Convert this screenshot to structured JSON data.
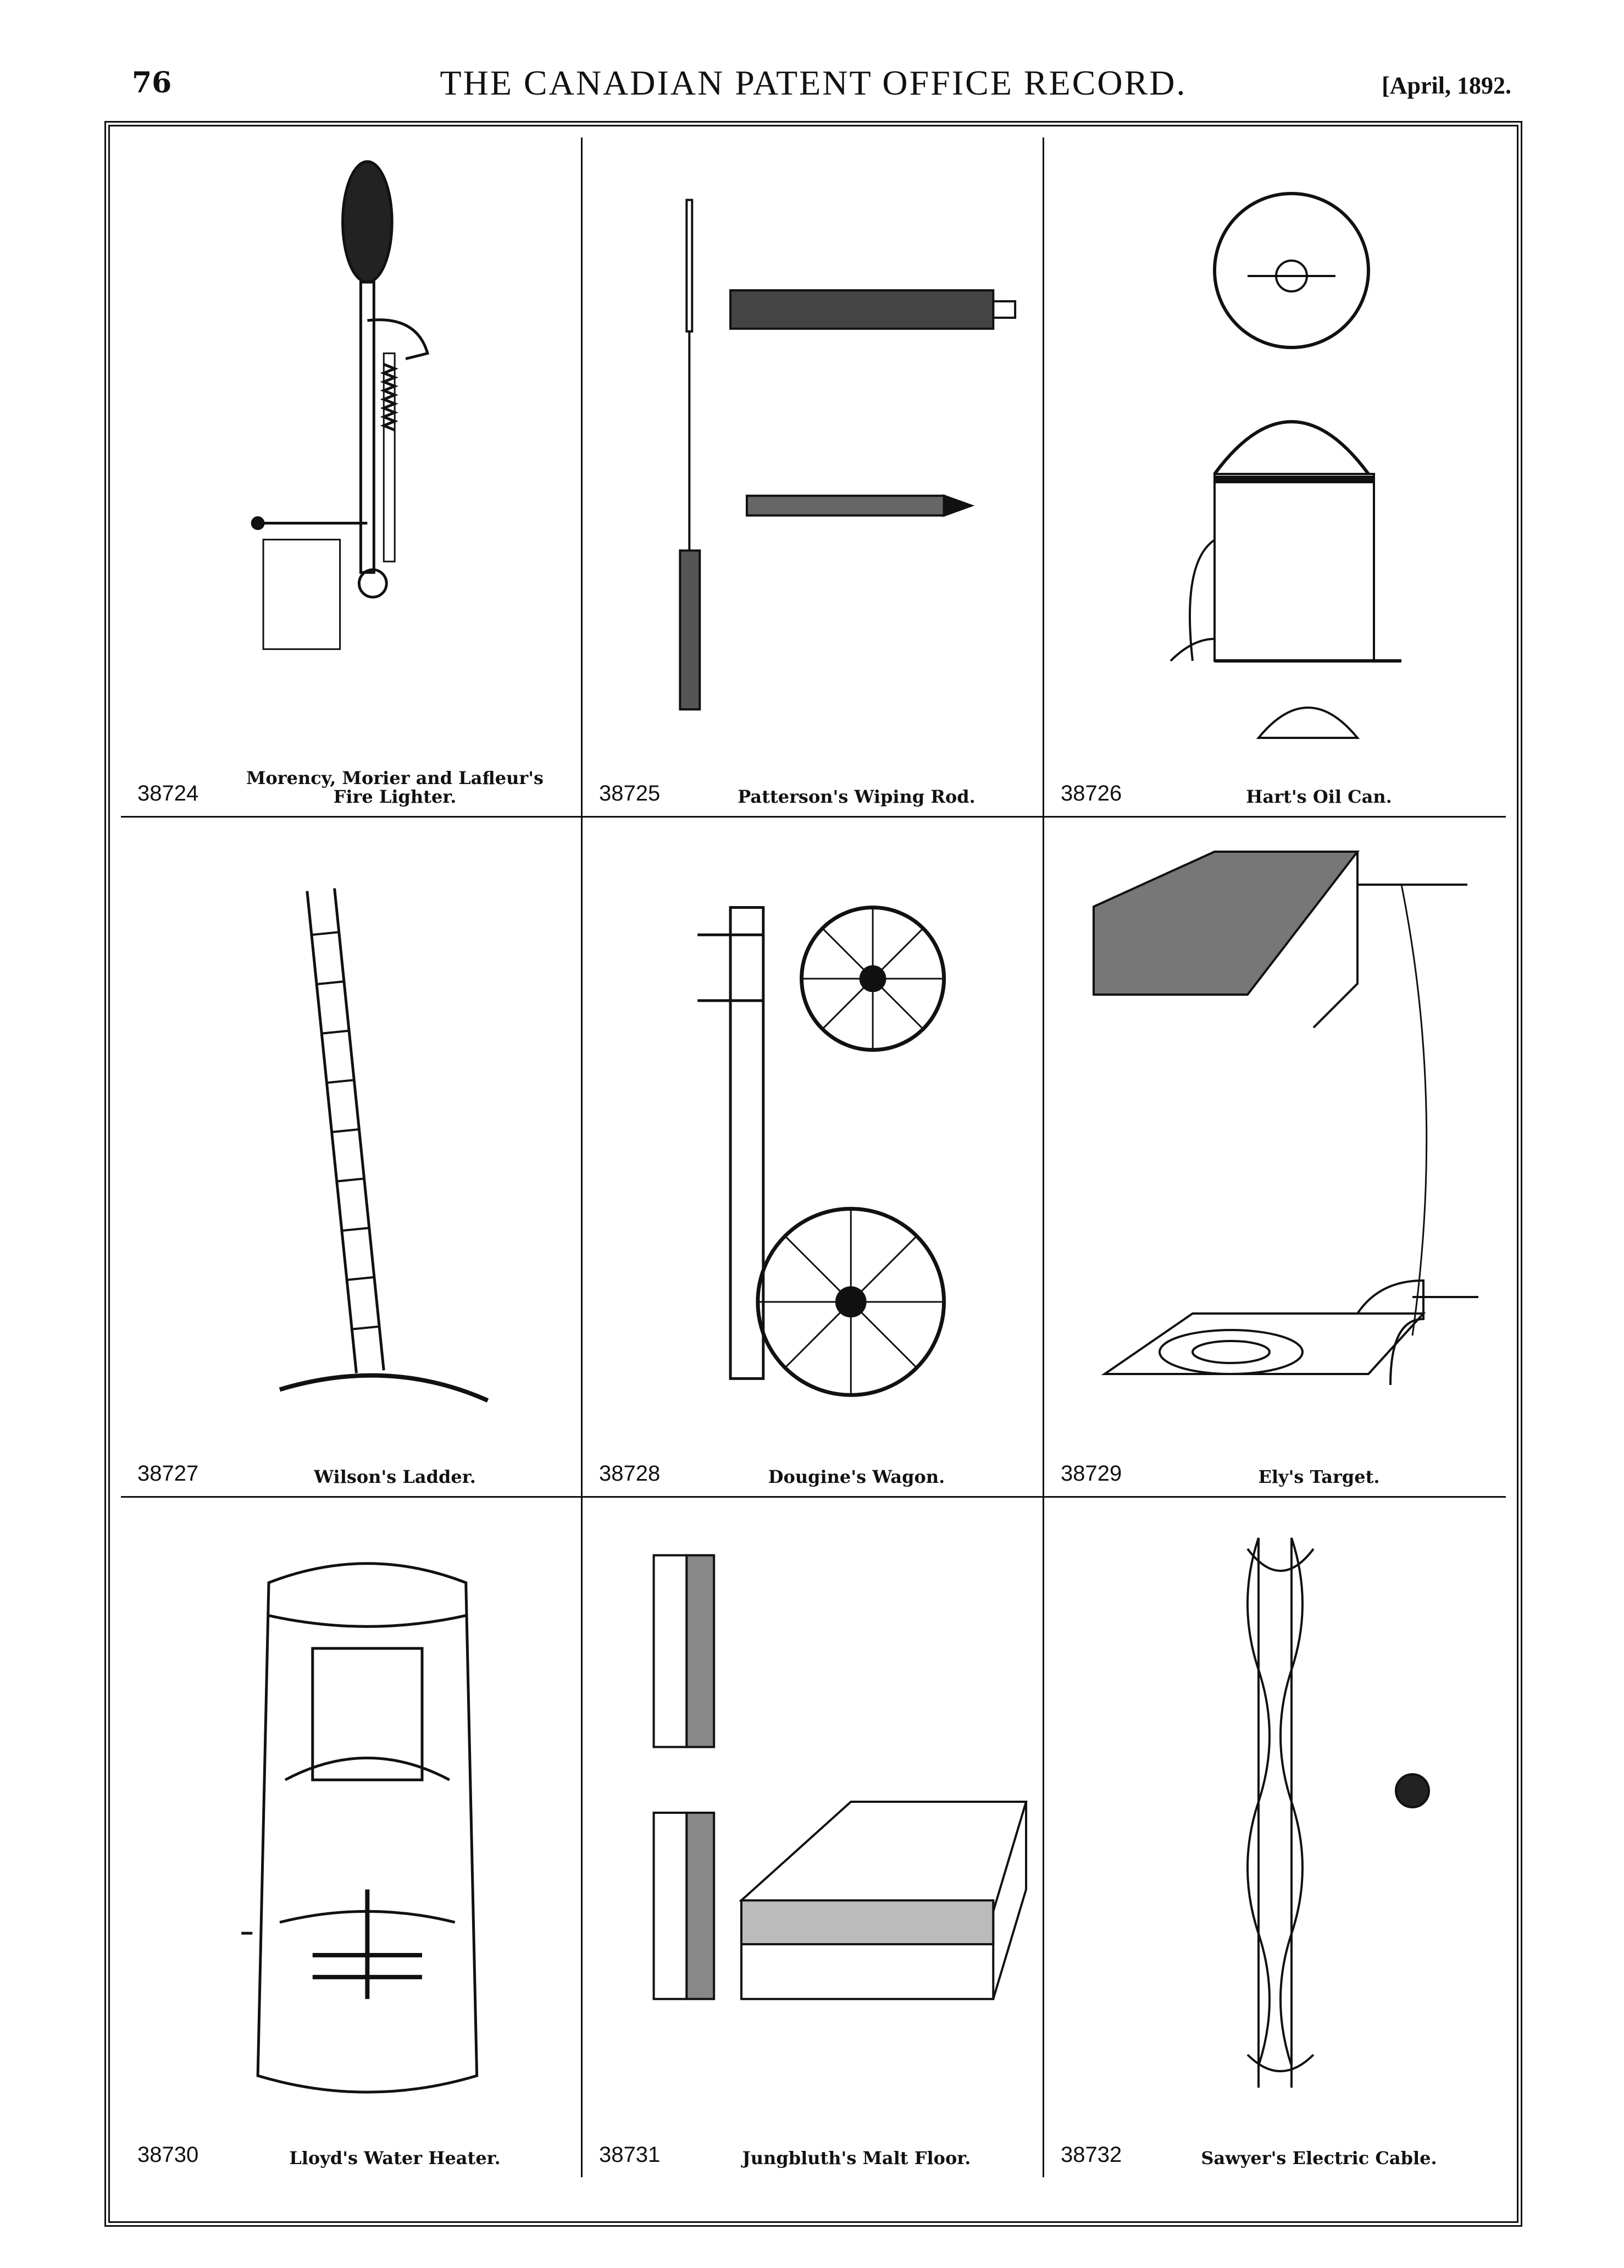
{
  "header": {
    "page_number": "76",
    "title": "THE CANADIAN PATENT OFFICE RECORD.",
    "date": "[April, 1892."
  },
  "patents": [
    {
      "number": "38724",
      "title": "Morency, Morier and Lafleur's Fire Lighter."
    },
    {
      "number": "38725",
      "title": "Patterson's Wiping Rod."
    },
    {
      "number": "38726",
      "title": "Hart's Oil Can."
    },
    {
      "number": "38727",
      "title": "Wilson's Ladder."
    },
    {
      "number": "38728",
      "title": "Dougine's Wagon."
    },
    {
      "number": "38729",
      "title": "Ely's Target."
    },
    {
      "number": "38730",
      "title": "Lloyd's Water Heater."
    },
    {
      "number": "38731",
      "title": "Jungbluth's Malt Floor."
    },
    {
      "number": "38732",
      "title": "Sawyer's Electric Cable."
    }
  ]
}
